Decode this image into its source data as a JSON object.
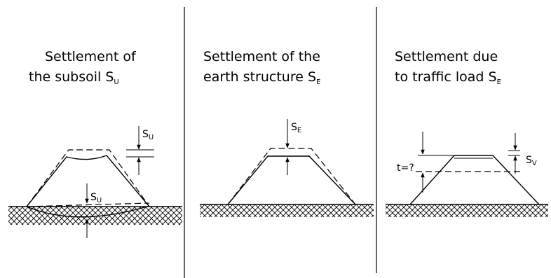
{
  "panels": [
    {
      "title_line1": "Settlement of",
      "title_line2": "the subsoil S",
      "title_sub": "U",
      "marker_top_letter": "S",
      "marker_top_sub": "U",
      "marker_mid_letter": "S",
      "marker_mid_sub": "U"
    },
    {
      "title_line1": "Settlement of the",
      "title_line2": "earth structure S",
      "title_sub": "E",
      "marker_letter": "S",
      "marker_sub": "E"
    },
    {
      "title_line1": "Settlement due",
      "title_line2": "to traffic load S",
      "title_sub": "E",
      "marker_letter": "S",
      "marker_sub": "V",
      "unknown_label": "t=?"
    }
  ]
}
